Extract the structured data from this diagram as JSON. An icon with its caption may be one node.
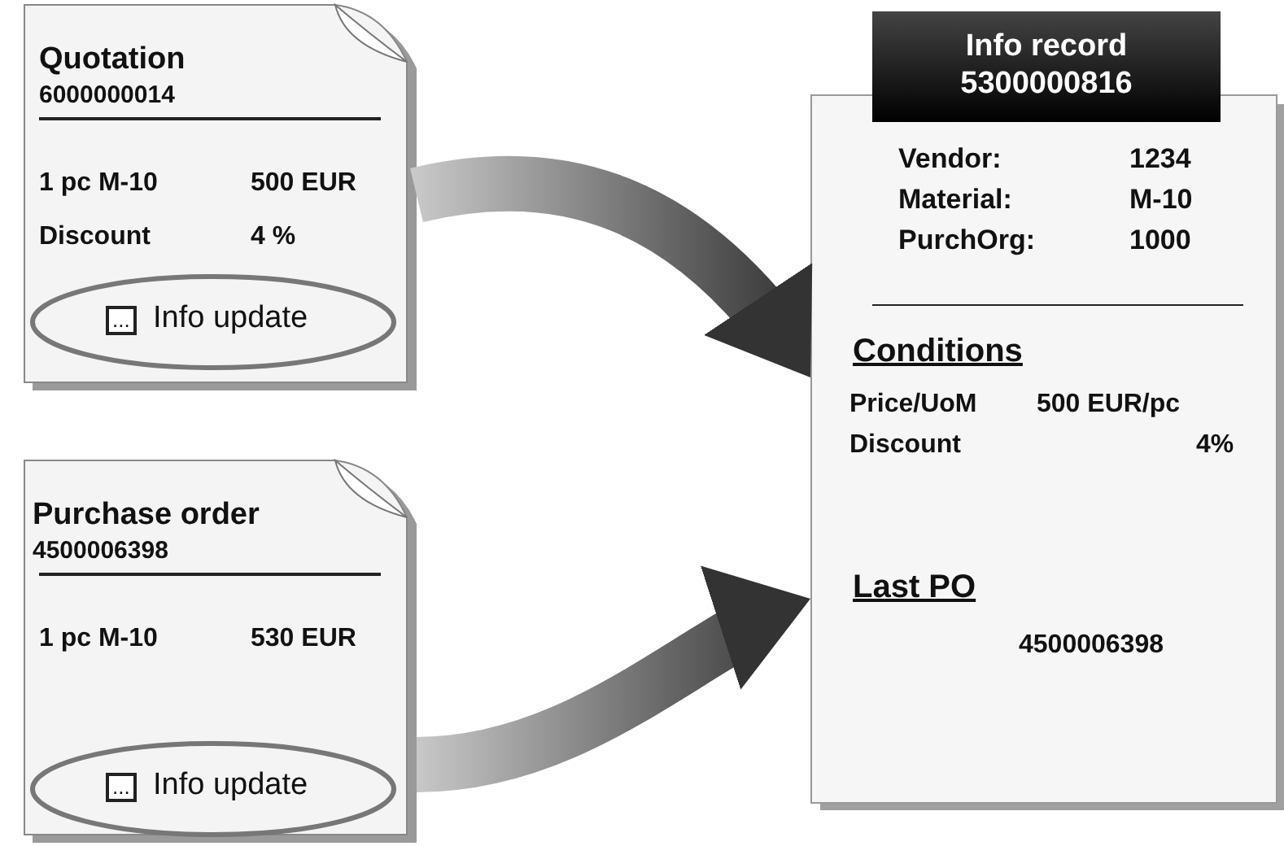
{
  "diagram": {
    "nodes": [
      {
        "text": [
          "Quotation",
          "6000000014",
          "1 pc M-10",
          "500 EUR",
          "Discount",
          "4 %"
        ]
      },
      {
        "text": [
          "...",
          "Info update"
        ],
        "in": 0
      },
      {
        "text": [
          "Purchase order",
          "4500006398",
          "1 pc M-10",
          "530 EUR"
        ]
      },
      {
        "text": [
          "...",
          "Info update"
        ],
        "in": 2
      },
      {
        "text": [
          "Info record 5300000816"
        ]
      },
      {
        "text": [
          "Vendor:",
          "1234",
          "Material:",
          "M-10",
          "PurchOrg:",
          "1000",
          "Conditions",
          "Price/UoM",
          "500 EUR/pc",
          "Discount",
          "4%",
          "Last PO",
          "4500006398"
        ]
      }
    ],
    "edges": [
      {
        "from": 0,
        "to": 5,
        "arrow": "to",
        "style": "thick"
      },
      {
        "from": 2,
        "to": 5,
        "arrow": "to",
        "style": "thick"
      }
    ]
  }
}
